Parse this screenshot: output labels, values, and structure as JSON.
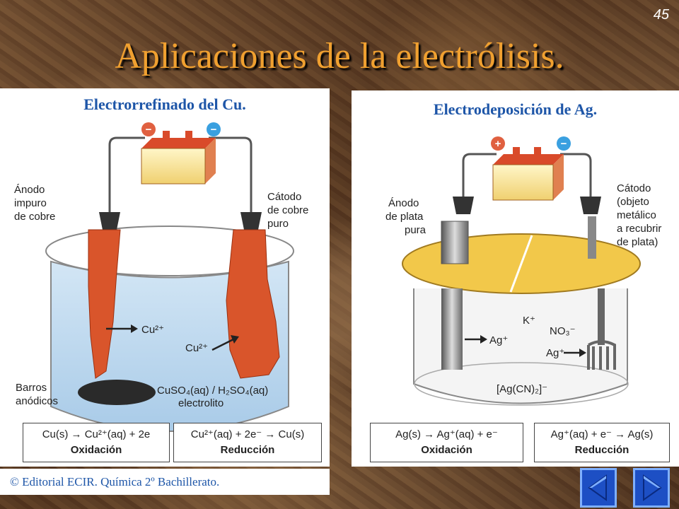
{
  "slide": {
    "page_number": "45",
    "title": "Aplicaciones de la electrólisis.",
    "footer": "© Editorial ECIR. Química 2º Bachillerato."
  },
  "left_panel": {
    "title": "Electrorrefinado del Cu.",
    "battery_neg": "−",
    "battery_pos": "−",
    "anode_label": [
      "Ánodo",
      "impuro",
      "de cobre"
    ],
    "cathode_label": [
      "Cátodo",
      "de cobre",
      "puro"
    ],
    "ion_1": "Cu²⁺",
    "ion_2": "Cu²⁺",
    "sludge_label": [
      "Barros",
      "anódicos"
    ],
    "electrolyte_formula": "CuSO₄(aq) / H₂SO₄(aq)",
    "electrolyte_label": "electrolito",
    "oxidation_eq": "Cu(s) → Cu²⁺(aq) + 2e",
    "oxidation_name": "Oxidación",
    "reduction_eq": "Cu²⁺(aq) + 2e⁻ → Cu(s)",
    "reduction_name": "Reducción"
  },
  "right_panel": {
    "title": "Electrodeposición de Ag.",
    "battery_pos": "+",
    "battery_neg": "−",
    "anode_label": [
      "Ánodo",
      "de plata",
      "pura"
    ],
    "cathode_label": [
      "Cátodo",
      "(objeto",
      "metálico",
      "a recubrir",
      "de plata)"
    ],
    "ion_k": "K⁺",
    "ion_no3": "NO₃⁻",
    "ion_ag_1": "Ag⁺",
    "ion_ag_2": "Ag⁺",
    "complex_label": "[Ag(CN)₂]⁻",
    "oxidation_eq": "Ag(s) → Ag⁺(aq) + e⁻",
    "oxidation_name": "Oxidación",
    "reduction_eq": "Ag⁺(aq) + e⁻ → Ag(s)",
    "reduction_name": "Reducción"
  },
  "colors": {
    "title": "#f0a030",
    "panel_title": "#1e56a8",
    "copper": "#d9552b",
    "electrolyte": "#bcd8ee",
    "nav_button": "#1d4fc4"
  },
  "nav": {
    "prev_icon": "triangle-left-icon",
    "next_icon": "triangle-right-icon"
  }
}
